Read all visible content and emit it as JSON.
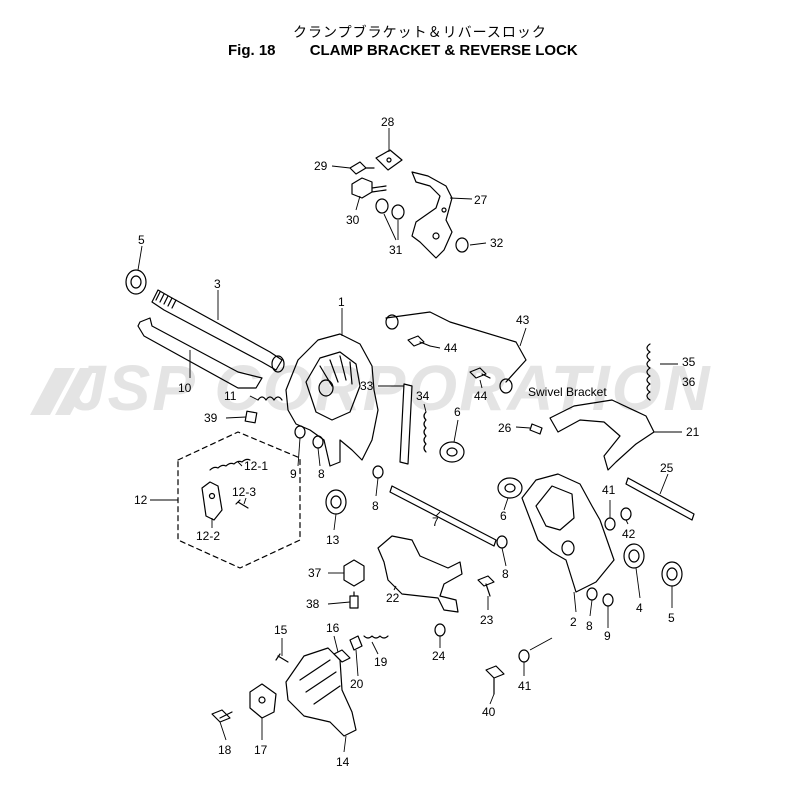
{
  "title": {
    "japanese": "クランプブラケット＆リバースロック",
    "figure": "Fig. 18",
    "english": "CLAMP BRACKET & REVERSE LOCK"
  },
  "watermark": "JSP CORPORATION",
  "annotation": "Swivel Bracket",
  "callouts": {
    "c1": "1",
    "c2": "2",
    "c3": "3",
    "c4": "4",
    "c5a": "5",
    "c5b": "5",
    "c6a": "6",
    "c6b": "6",
    "c7": "7",
    "c8a": "8",
    "c8b": "8",
    "c8c": "8",
    "c8d": "8",
    "c9a": "9",
    "c9b": "9",
    "c10": "10",
    "c11": "11",
    "c12": "12",
    "c12_1": "12-1",
    "c12_2": "12-2",
    "c12_3": "12-3",
    "c13": "13",
    "c14": "14",
    "c15": "15",
    "c16": "16",
    "c17": "17",
    "c18": "18",
    "c19": "19",
    "c20": "20",
    "c21": "21",
    "c22": "22",
    "c23": "23",
    "c24": "24",
    "c25": "25",
    "c26": "26",
    "c27": "27",
    "c28": "28",
    "c29": "29",
    "c30": "30",
    "c31": "31",
    "c32": "32",
    "c33": "33",
    "c34": "34",
    "c35": "35",
    "c36": "36",
    "c37": "37",
    "c38": "38",
    "c39": "39",
    "c40": "40",
    "c41a": "41",
    "c41b": "41",
    "c42": "42",
    "c43": "43",
    "c44a": "44",
    "c44b": "44"
  }
}
